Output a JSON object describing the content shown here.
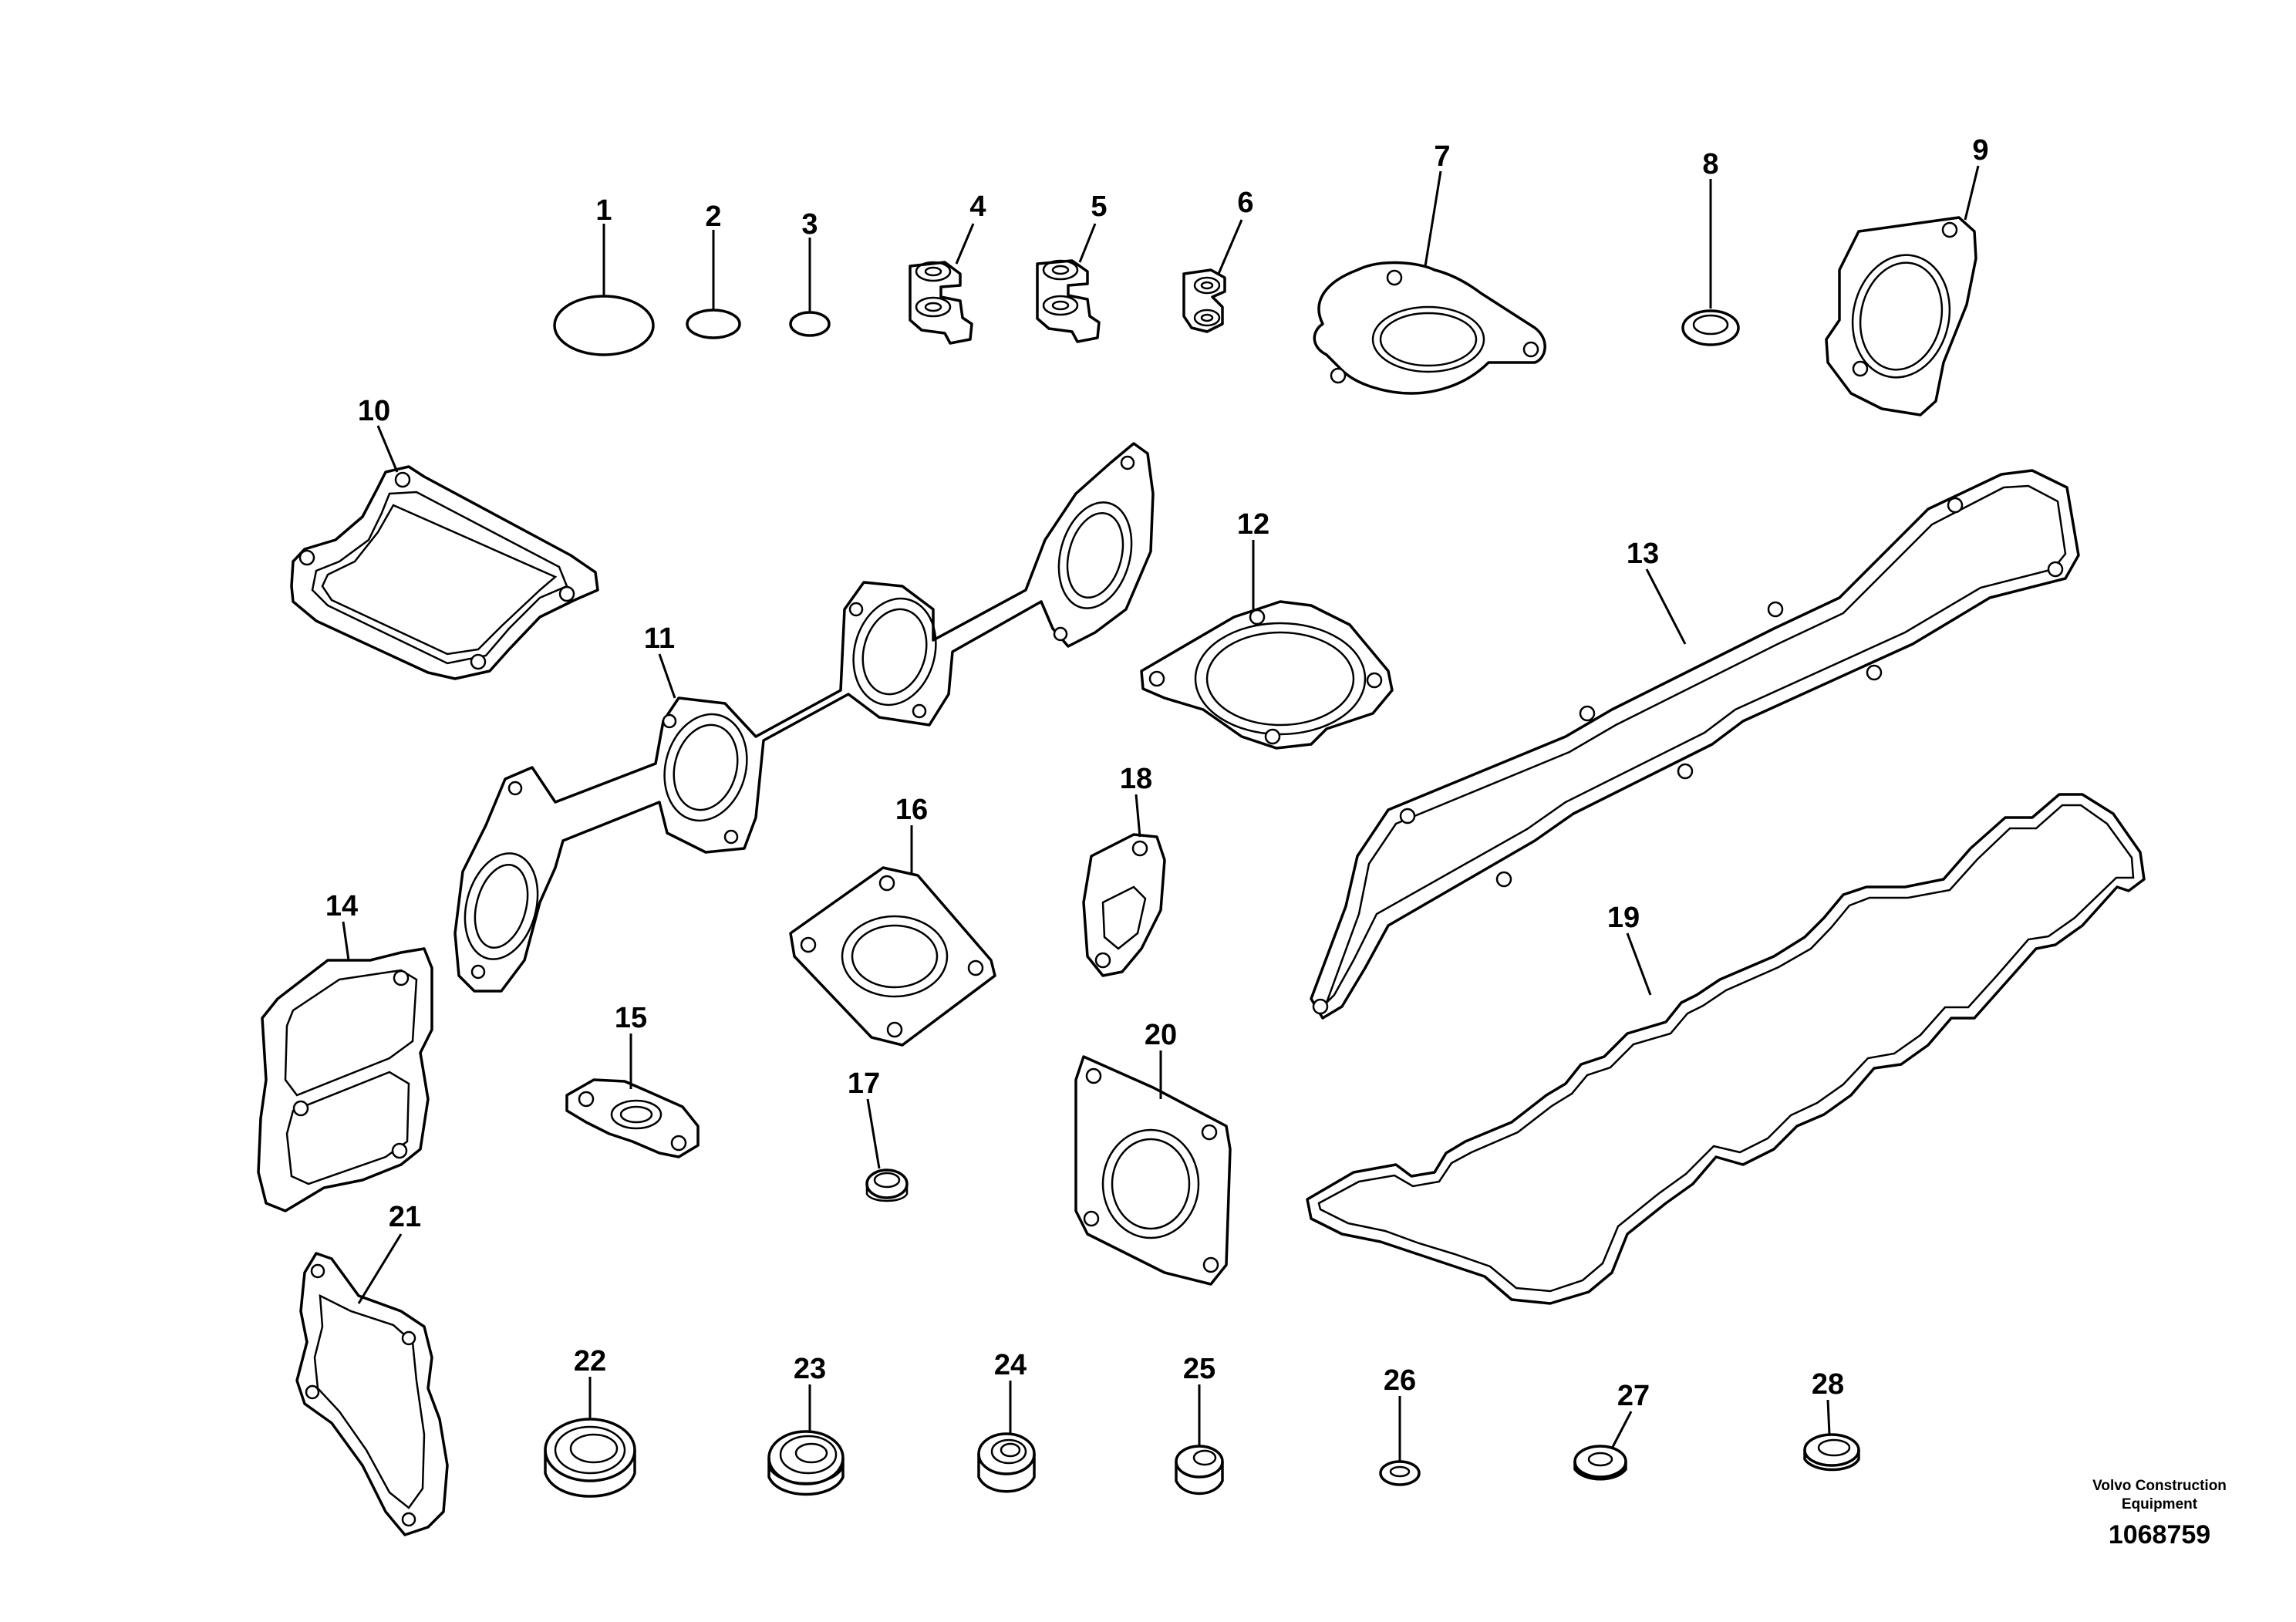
{
  "diagram": {
    "callouts": [
      "1",
      "2",
      "3",
      "4",
      "5",
      "6",
      "7",
      "8",
      "9",
      "10",
      "11",
      "12",
      "13",
      "14",
      "15",
      "16",
      "17",
      "18",
      "19",
      "20",
      "21",
      "22",
      "23",
      "24",
      "25",
      "26",
      "27",
      "28"
    ]
  },
  "footer": {
    "brand_line1": "Volvo Construction",
    "brand_line2": "Equipment",
    "image_number": "1068759"
  }
}
